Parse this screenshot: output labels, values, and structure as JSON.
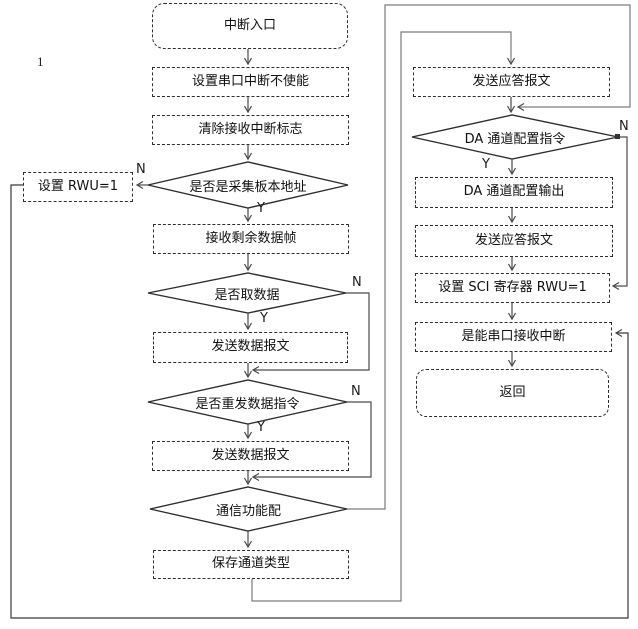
{
  "figure": {
    "number_label": "1"
  },
  "labels": {
    "yes": "Y",
    "no": "N"
  },
  "nodes": {
    "interrupt_entry": "中断入口",
    "disable_uart_int": "设置串口中断不使能",
    "clear_rx_flag": "清除接收中断标志",
    "addr_check": "是否是采集板本地址",
    "set_rwu": "设置 RWU=1",
    "recv_remaining": "接收剩余数据帧",
    "fetch_check": "是否取数据",
    "send_data_1": "发送数据报文",
    "resend_check": "是否重发数据指令",
    "send_data_2": "发送数据报文",
    "comm_config": "通信功能配",
    "save_channel_type": "保存通道类型",
    "send_ack_1": "发送应答报文",
    "da_cmd_check": "DA 通道配置指令",
    "da_output": "DA 通道配置输出",
    "send_ack_2": "发送应答报文",
    "set_sci_rwu": "设置 SCI 寄存器 RWU=1",
    "enable_rx_int": "是能串口接收中断",
    "return": "返回"
  }
}
